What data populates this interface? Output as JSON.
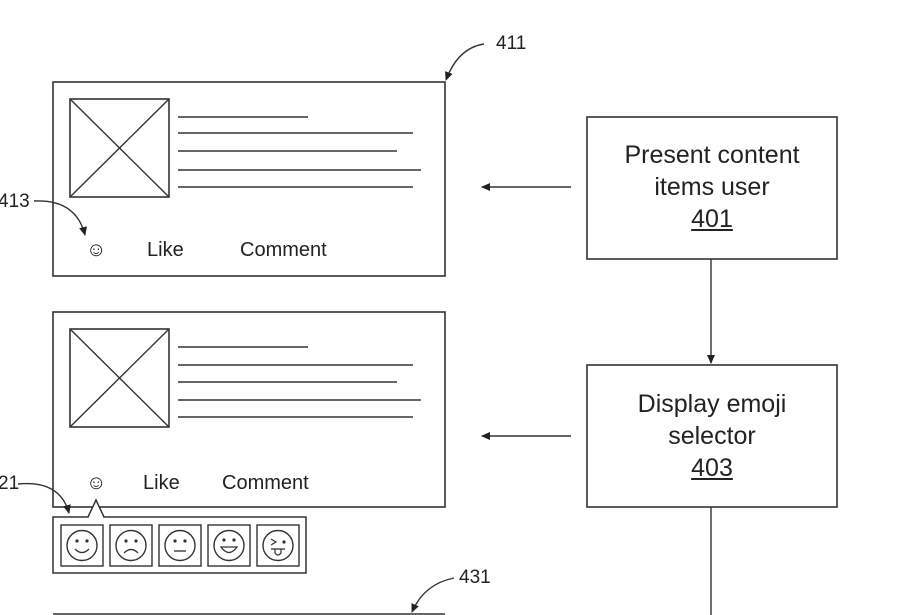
{
  "refs": {
    "r411": "411",
    "r413": "413",
    "r421": "21",
    "r431": "431"
  },
  "card1": {
    "emoji_icon": "smiley-icon",
    "like_label": "Like",
    "comment_label": "Comment"
  },
  "card2": {
    "emoji_icon": "smiley-icon",
    "like_label": "Like",
    "comment_label": "Comment",
    "emoji_selector": [
      "smile",
      "frown",
      "neutral",
      "grin",
      "tongue"
    ]
  },
  "step1": {
    "line1": "Present content",
    "line2": "items user",
    "ref": "401"
  },
  "step2": {
    "line1": "Display emoji",
    "line2": "selector",
    "ref": "403"
  }
}
